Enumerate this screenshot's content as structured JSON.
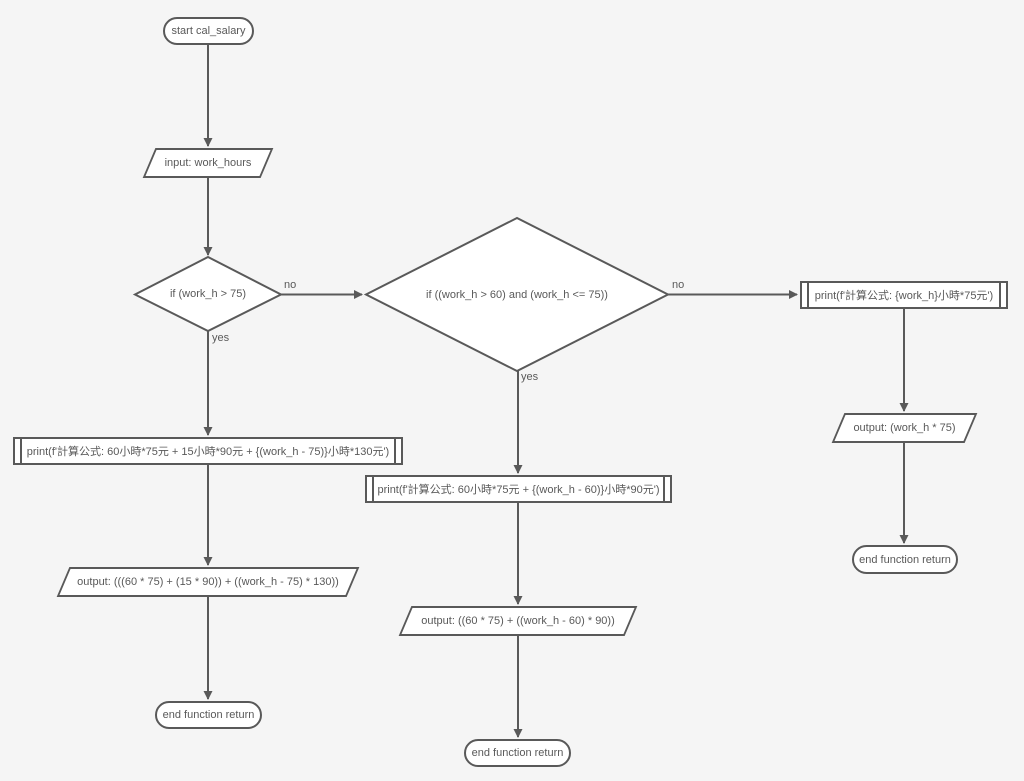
{
  "colors": {
    "background": "#f5f5f5",
    "node_fill": "#ffffff",
    "stroke": "#595959",
    "text": "#595959"
  },
  "nodes": {
    "start": {
      "label": "start cal_salary"
    },
    "input_work_hours": {
      "label": "input: work_hours"
    },
    "decision_work_h_gt_75": {
      "label": "if (work_h > 75)"
    },
    "decision_work_h_60_75": {
      "label": "if ((work_h > 60) and (work_h <= 75))"
    },
    "print_over_75": {
      "label": "print(f'計算公式: 60小時*75元 + 15小時*90元 + {(work_h - 75)}小時*130元')"
    },
    "output_over_75": {
      "label": "output: (((60 * 75) + (15 * 90)) + ((work_h - 75) * 130))"
    },
    "end_over_75": {
      "label": "end function return"
    },
    "print_60_to_75": {
      "label": "print(f'計算公式: 60小時*75元 + {(work_h - 60)}小時*90元')"
    },
    "output_60_to_75": {
      "label": "output: ((60 * 75) + ((work_h - 60) * 90))"
    },
    "end_60_to_75": {
      "label": "end function return"
    },
    "print_under_60": {
      "label": "print(f'計算公式: {work_h}小時*75元')"
    },
    "output_under_60": {
      "label": "output: (work_h * 75)"
    },
    "end_under_60": {
      "label": "end function return"
    }
  },
  "edge_labels": {
    "decision1_no": "no",
    "decision1_yes": "yes",
    "decision2_no": "no",
    "decision2_yes": "yes"
  }
}
